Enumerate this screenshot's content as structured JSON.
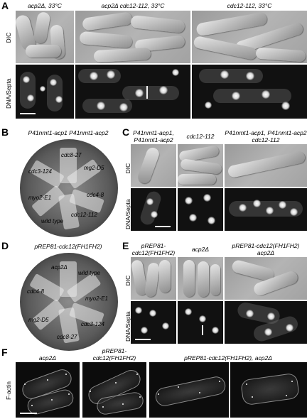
{
  "panels": {
    "A": {
      "letter": "A",
      "columns": [
        "acp2Δ, 33°C",
        "acp2Δ cdc12-112, 33°C",
        "cdc12-112, 33°C"
      ],
      "rows": [
        "DIC",
        "DNA/Septa"
      ]
    },
    "B": {
      "letter": "B",
      "title": "P41nmt1-acp1 P41nmt1-acp2",
      "strains": [
        "cdc8-27",
        "mg2-D5",
        "cdc3-124",
        "cdc4-8",
        "myo2-E1",
        "cdc12-112",
        "wild type"
      ]
    },
    "C": {
      "letter": "C",
      "columns": [
        "P41nmt1-acp1,\nP41nmt1-acp2",
        "cdc12-112",
        "P41nmt1-acp1, P41nmt1-acp2\ncdc12-112"
      ],
      "rows": [
        "DIC",
        "DNA/Septa"
      ]
    },
    "D": {
      "letter": "D",
      "title": "pREP81-cdc12(FH1FH2)",
      "strains": [
        "acp2Δ",
        "wild type",
        "cdc4-8",
        "myo2-E1",
        "mg2-D5",
        "cdc3-124",
        "cdc8-27"
      ]
    },
    "E": {
      "letter": "E",
      "columns": [
        "pREP81-\ncdc12(FH1FH2)",
        "acp2Δ",
        "pREP81-cdc12(FH1FH2)\nacp2Δ"
      ],
      "rows": [
        "DIC",
        "DNA/Septa"
      ]
    },
    "F": {
      "letter": "F",
      "columns": [
        "acp2Δ",
        "pREP81-\ncdc12(FH1FH2)",
        "pREP81-cdc12(FH1FH2), acp2Δ"
      ],
      "rows": [
        "F-actin"
      ]
    }
  }
}
